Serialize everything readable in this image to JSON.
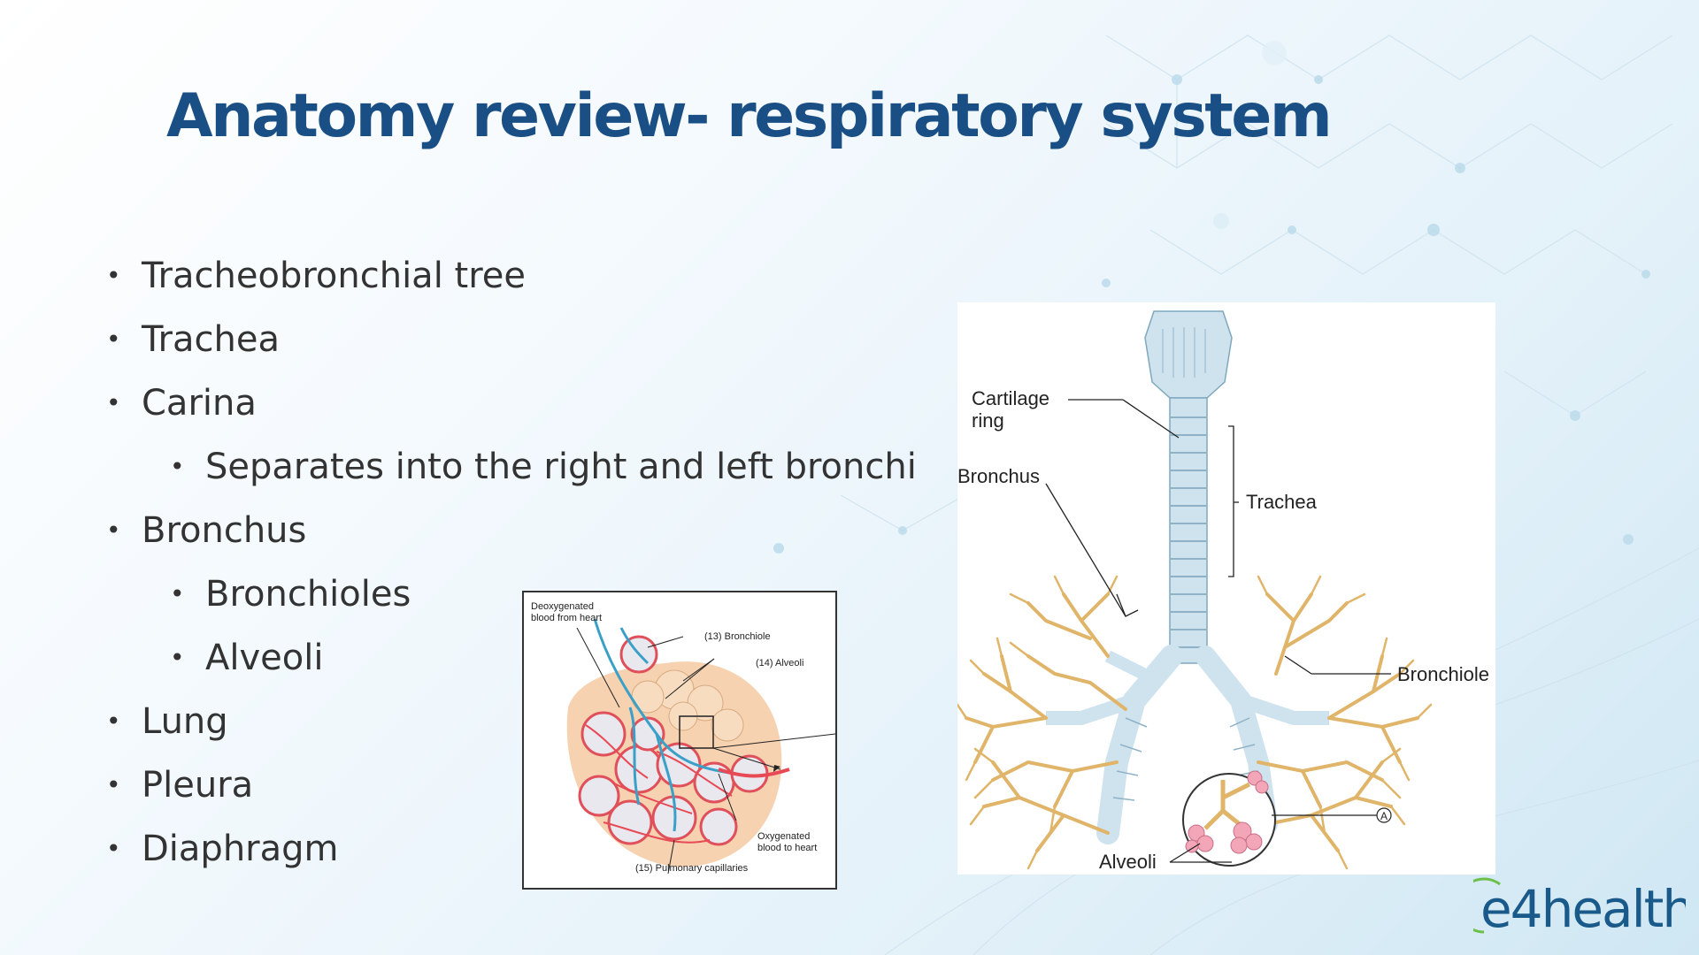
{
  "slide": {
    "title": "Anatomy review- respiratory system",
    "bullets": [
      {
        "text": "Tracheobronchial tree",
        "level": 1
      },
      {
        "text": "Trachea",
        "level": 1
      },
      {
        "text": "Carina",
        "level": 1
      },
      {
        "text": "Separates into the right and left bronchi",
        "level": 2
      },
      {
        "text": "Bronchus",
        "level": 1
      },
      {
        "text": "Bronchioles",
        "level": 2
      },
      {
        "text": "Alveoli",
        "level": 2
      },
      {
        "text": "Lung",
        "level": 1
      },
      {
        "text": "Pleura",
        "level": 1
      },
      {
        "text": "Diaphragm",
        "level": 1
      }
    ],
    "bullet_symbol": "•"
  },
  "alveoli_figure": {
    "labels": {
      "deoxygenated": "Deoxygenated blood from heart",
      "bronchiole": "(13) Bronchiole",
      "alveoli": "(14) Alveoli",
      "oxygenated": "Oxygenated blood to heart",
      "capillaries": "(15) Pulmonary capillaries"
    }
  },
  "tree_figure": {
    "labels": {
      "cartilage": "Cartilage ring",
      "bronchus": "Bronchus",
      "trachea": "Trachea",
      "bronchiole": "Bronchiole",
      "alveoli": "Alveoli",
      "marker": "A"
    }
  },
  "logo": {
    "text": "e4health"
  },
  "colors": {
    "title": "#1a4f86",
    "airway": "#cfe3ee",
    "bronchiole_branch": "#e0b56a",
    "alveoli_pink": "#f2a6b8",
    "logo_blue": "#1a5a8a",
    "logo_green": "#6cc04a"
  }
}
